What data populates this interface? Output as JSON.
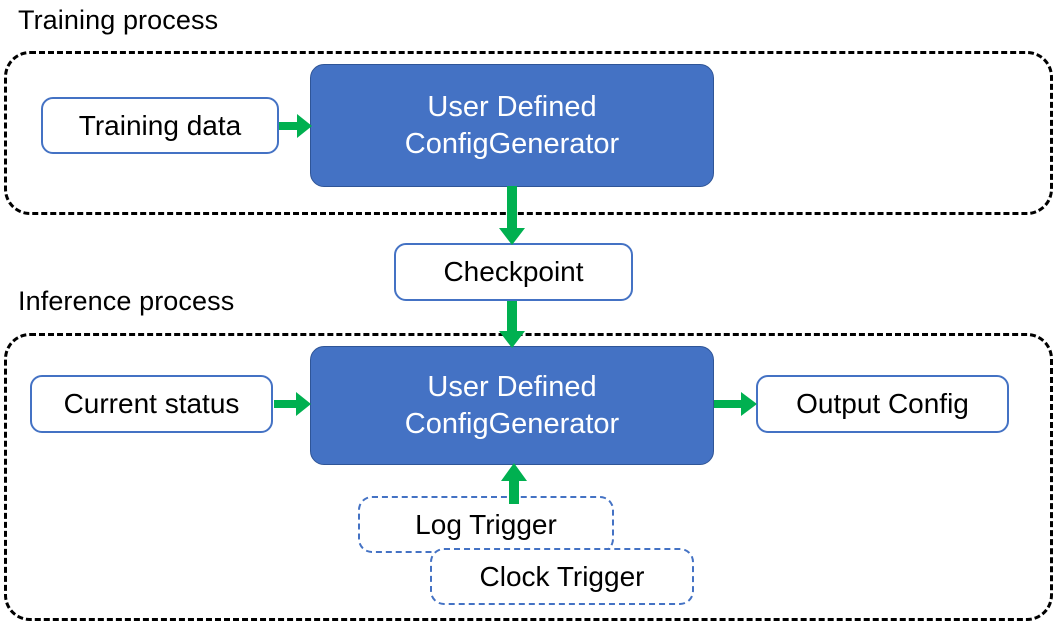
{
  "diagram": {
    "title_training": "Training process",
    "title_inference": "Inference process",
    "accent_blue": "#4472C4",
    "arrow_green": "#00B050",
    "group_border": "#000000",
    "training": {
      "input_label": "Training data",
      "process_line1": "User Defined",
      "process_line2": "ConfigGenerator"
    },
    "checkpoint_label": "Checkpoint",
    "inference": {
      "input_label": "Current status",
      "process_line1": "User Defined",
      "process_line2": "ConfigGenerator",
      "output_label": "Output Config",
      "trigger_log": "Log Trigger",
      "trigger_clock": "Clock Trigger"
    }
  }
}
